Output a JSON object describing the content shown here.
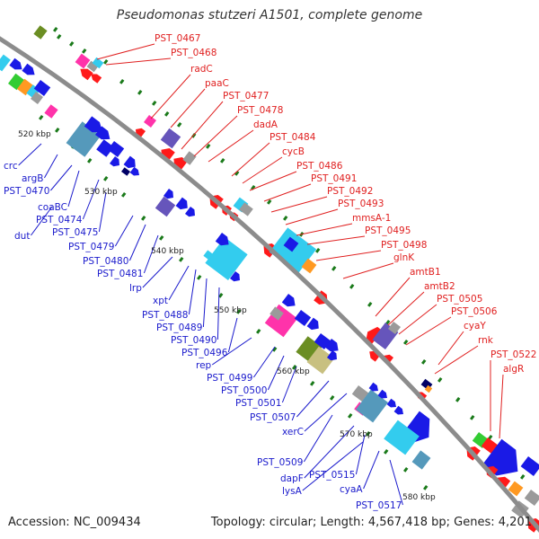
{
  "title": "Pseudomonas stutzeri A1501, complete genome",
  "accession": "Accession: NC_009434",
  "topology": "Topology: circular; Length: 4,567,418 bp; Genes: 4,201",
  "colors": {
    "backbone": "#8c8c8c",
    "label_forward": "#e02020",
    "label_reverse": "#1a1acc",
    "tick": "#1a7a1a",
    "gene_blue": "#1a1ae6",
    "gene_red": "#ff1a1a",
    "gene_cyan": "#33ccee",
    "gene_teal": "#5599bb",
    "gene_purple": "#6655bb",
    "gene_pink": "#ff33aa",
    "gene_olive": "#6b8e23",
    "gene_khaki": "#c8c080",
    "gene_gray": "#9a9a9a",
    "gene_orange": "#ff9922",
    "gene_green": "#33cc33",
    "gene_navy": "#000066"
  },
  "kbp_ticks": [
    "520 kbp",
    "530 kbp",
    "540 kbp",
    "550 kbp",
    "560 kbp",
    "570 kbp",
    "580 kbp"
  ],
  "forward_labels": [
    "PST_0467",
    "PST_0468",
    "radC",
    "paaC",
    "PST_0477",
    "PST_0478",
    "dadA",
    "PST_0484",
    "cycB",
    "PST_0486",
    "PST_0491",
    "PST_0492",
    "PST_0493",
    "mmsA-1",
    "PST_0495",
    "PST_0498",
    "glnK",
    "amtB1",
    "amtB2",
    "PST_0505",
    "PST_0506",
    "cyaY",
    "rnk",
    "PST_0522",
    "algR"
  ],
  "reverse_labels": [
    "crc",
    "argB",
    "PST_0470",
    "coaBC",
    "PST_0474",
    "dut",
    "PST_0475",
    "PST_0479",
    "PST_0480",
    "PST_0481",
    "lrp",
    "xpt",
    "PST_0488",
    "PST_0489",
    "PST_0490",
    "PST_0496",
    "rep",
    "PST_0499",
    "PST_0500",
    "PST_0501",
    "PST_0507",
    "xerC",
    "PST_0509",
    "dapF",
    "PST_0515",
    "lysA",
    "cyaA",
    "PST_0517"
  ]
}
